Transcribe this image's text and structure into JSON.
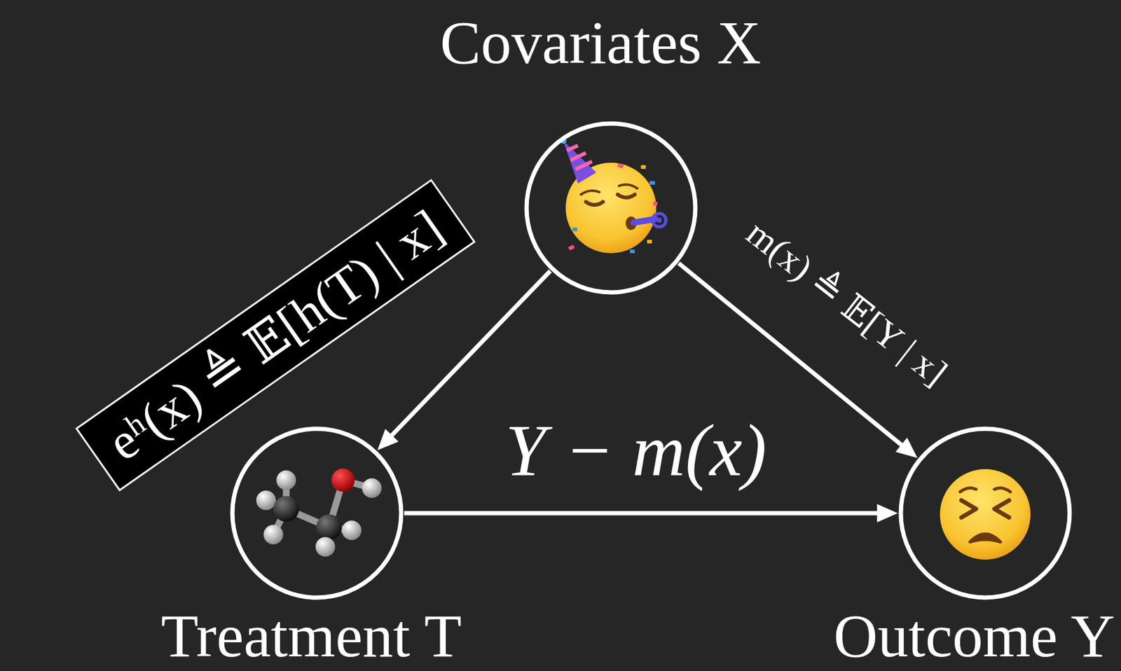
{
  "diagram": {
    "nodes": [
      {
        "text": [
          "Covariates X"
        ]
      },
      {
        "text": [
          "Treatment T"
        ]
      },
      {
        "text": [
          "Outcome Y"
        ]
      }
    ],
    "edges": [
      {
        "from": 0,
        "to": 1,
        "arrow": "to",
        "label": "eʰ(x) ≜ 𝔼[h(T) | x]"
      },
      {
        "from": 0,
        "to": 2,
        "arrow": "to",
        "label": "m(x) ≜ 𝔼[Y | x]"
      },
      {
        "from": 1,
        "to": 2,
        "arrow": "to",
        "label": "Y − m(x)"
      }
    ]
  }
}
